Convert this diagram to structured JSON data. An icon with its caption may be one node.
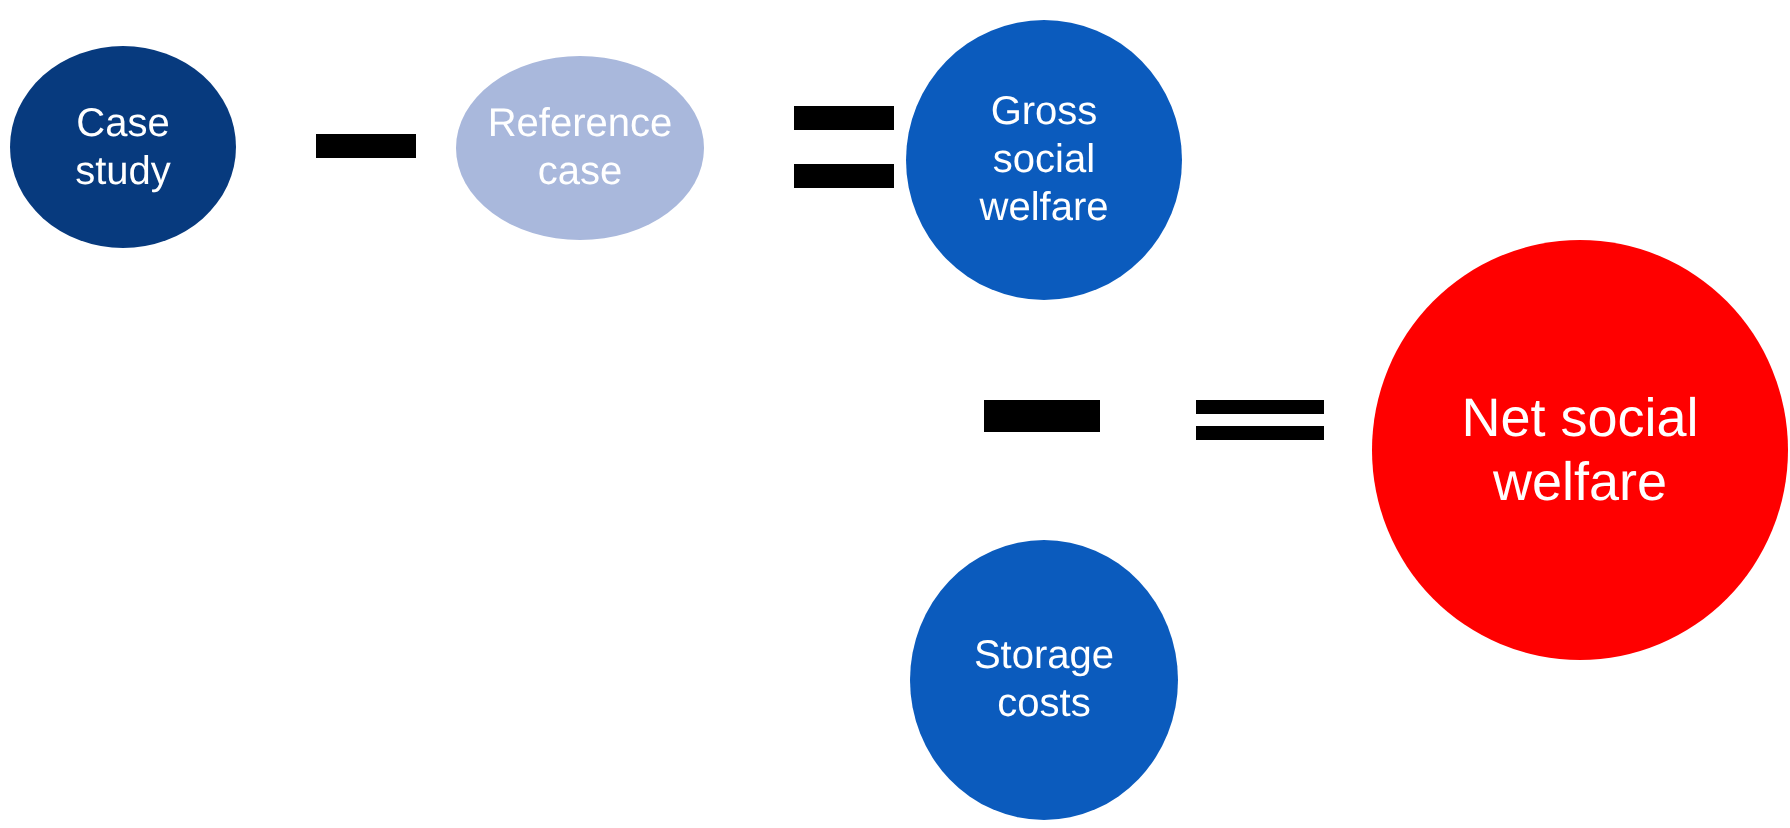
{
  "diagram": {
    "nodes": [
      {
        "text": [
          "Case study"
        ]
      },
      {
        "text": [
          "Reference case"
        ]
      },
      {
        "text": [
          "Gross social welfare"
        ]
      },
      {
        "text": [
          "Net social welfare"
        ]
      },
      {
        "text": [
          "Storage costs"
        ]
      }
    ]
  }
}
